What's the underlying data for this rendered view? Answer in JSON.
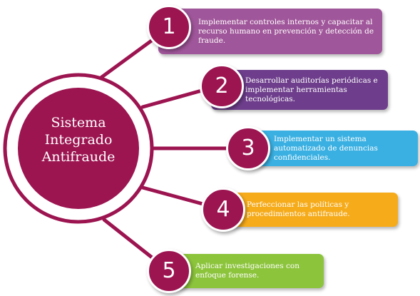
{
  "center": {
    "lines": [
      "Sistema",
      "Integrado",
      "Antifraude"
    ],
    "color": "#9c1450"
  },
  "steps": [
    {
      "number": "1",
      "text": "Implementar controles internos y capacitar al recurso humano en prevención y detección de fraude.",
      "color": "#a0569a"
    },
    {
      "number": "2",
      "text": "Desarrollar auditorías periódicas e implementar herramientas tecnológicas.",
      "color": "#6e3e8c"
    },
    {
      "number": "3",
      "text": "Implementar un sistema automatizado de denuncias confidenciales.",
      "color": "#3ab0e2"
    },
    {
      "number": "4",
      "text": "Perfeccionar las políticas y procedimientos antifraude.",
      "color": "#f6ab1a"
    },
    {
      "number": "5",
      "text": "Aplicar investigaciones con enfoque forense.",
      "color": "#8cc43c"
    }
  ]
}
